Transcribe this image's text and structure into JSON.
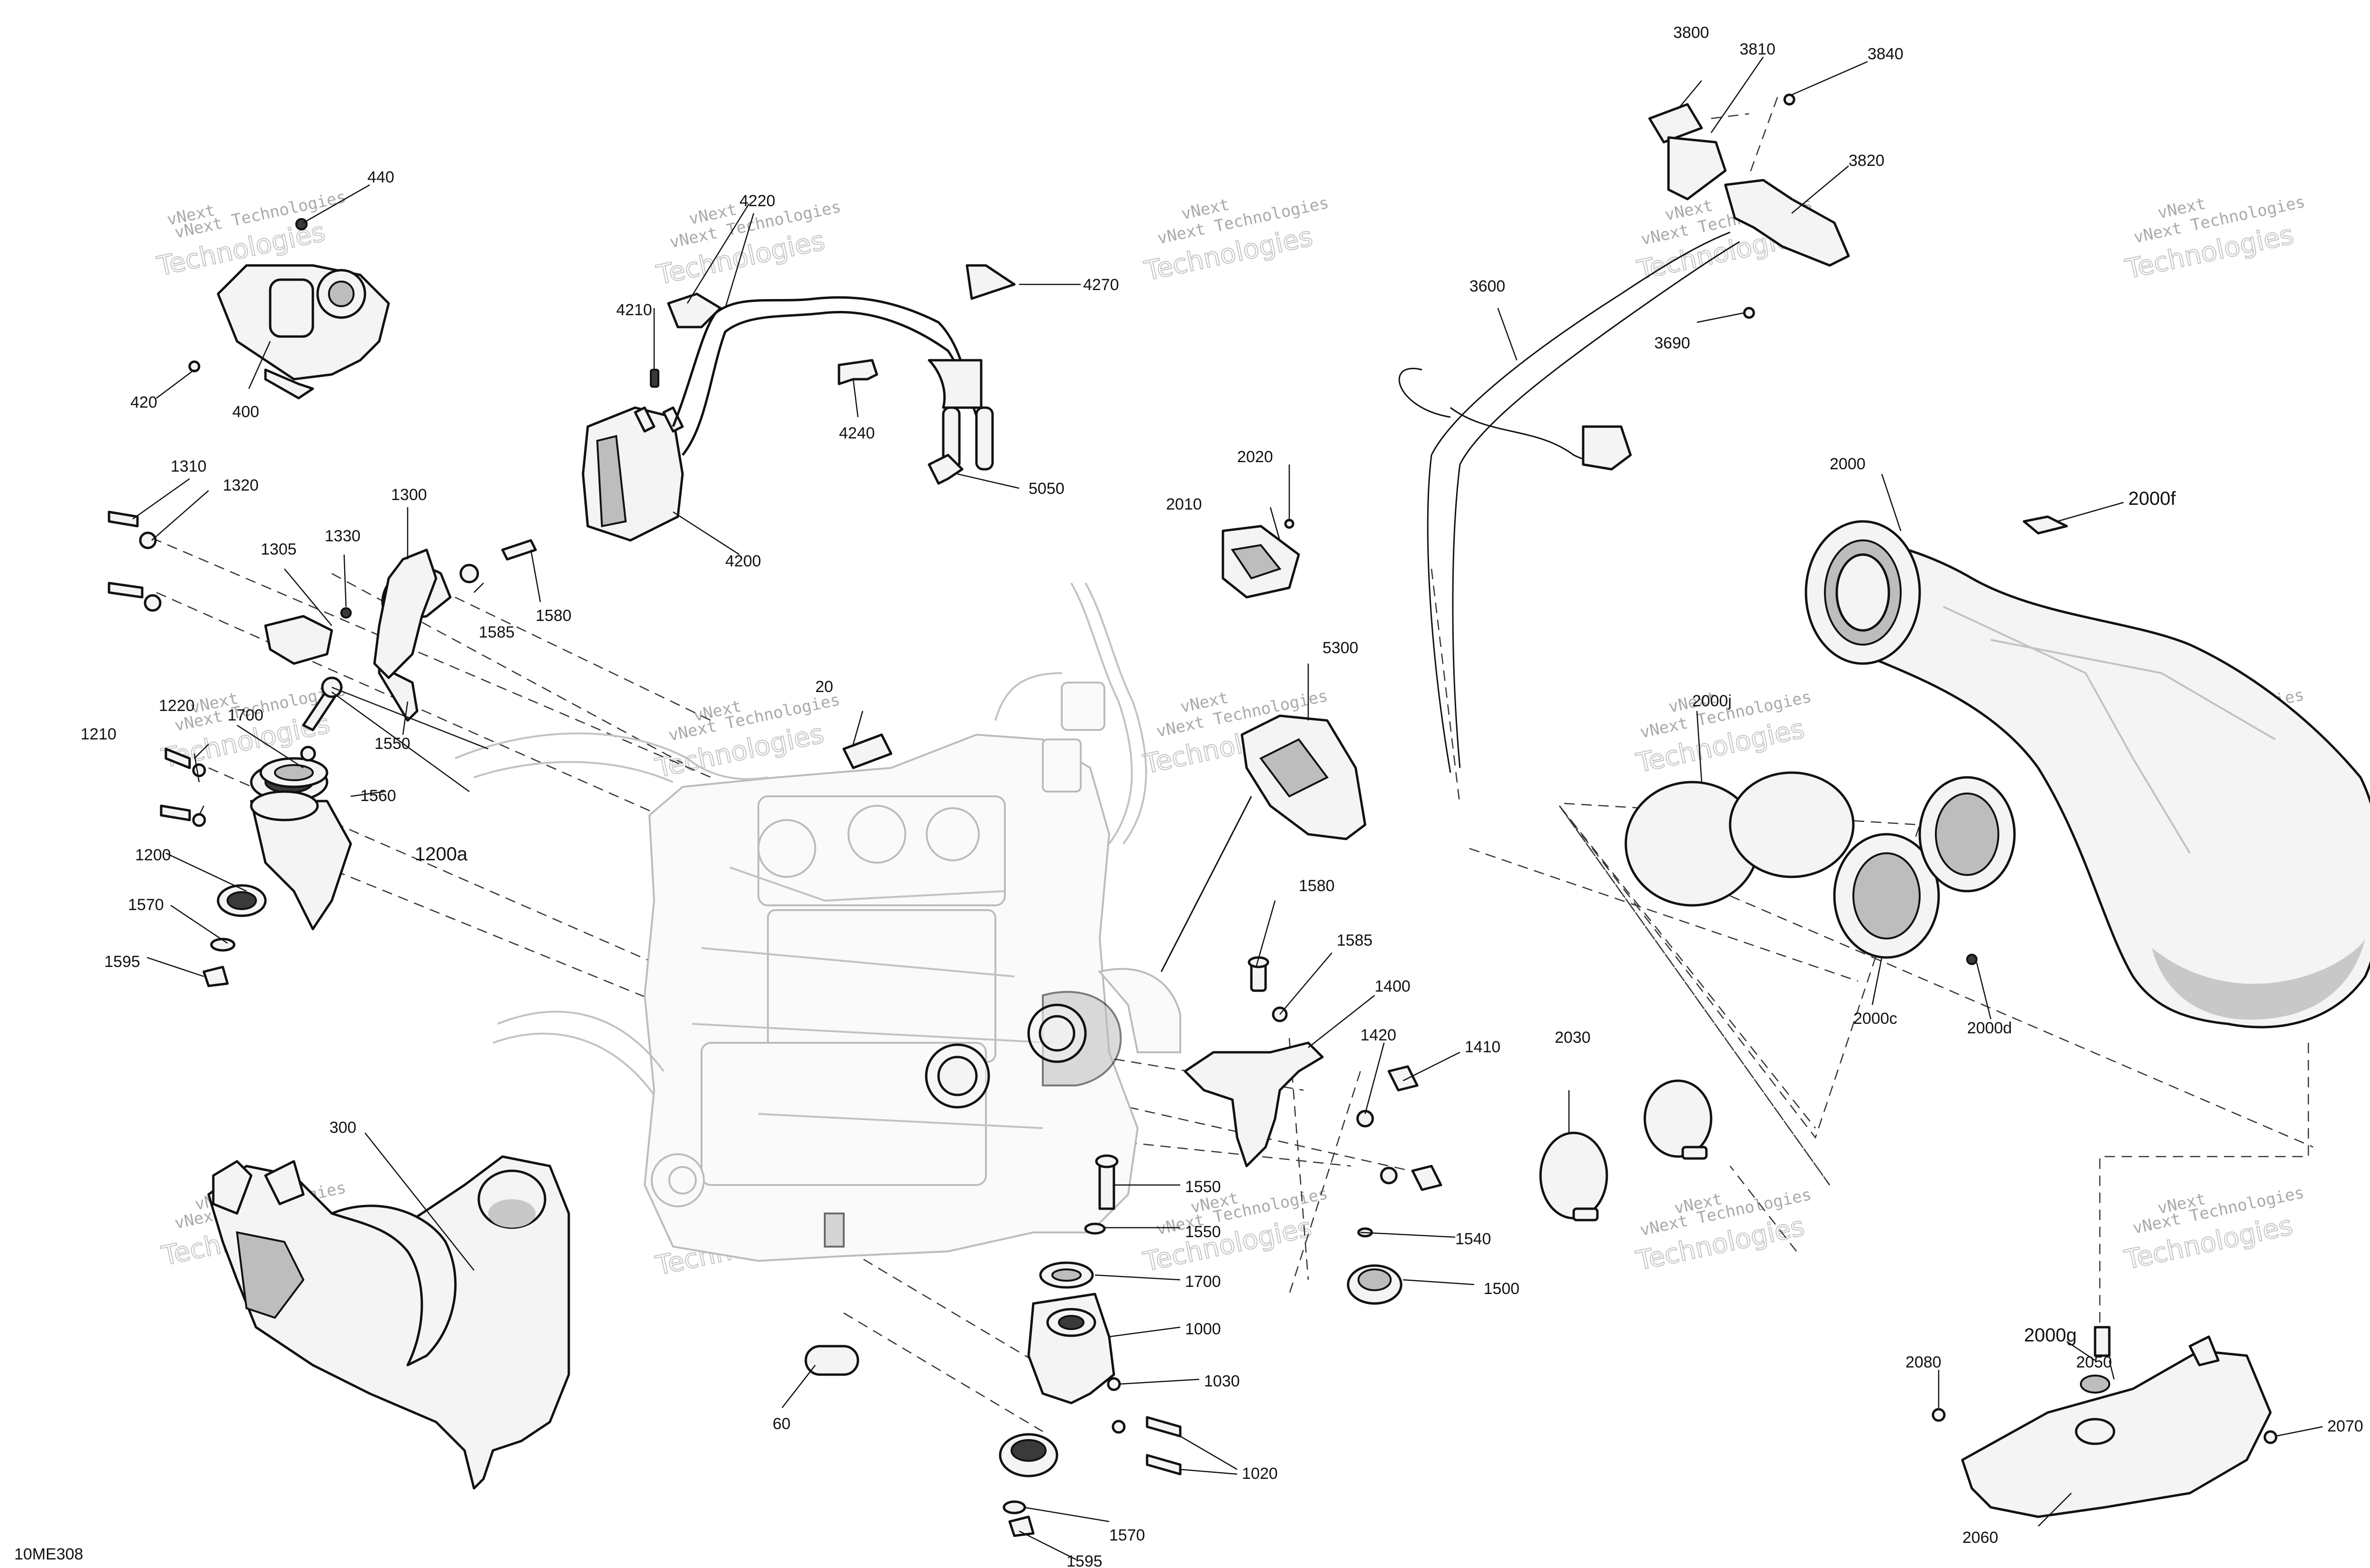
{
  "diagram": {
    "drawing_code": "10ME308",
    "watermark": {
      "line1": "vNext Technologies",
      "line2": "Technologies",
      "short": "vNext"
    },
    "callouts": {
      "c20": "20",
      "c60": "60",
      "c300": "300",
      "c400": "400",
      "c420": "420",
      "c440": "440",
      "c1000": "1000",
      "c1020": "1020",
      "c1030": "1030",
      "c1200": "1200",
      "c1200a": "1200a",
      "c1210": "1210",
      "c1220": "1220",
      "c1300": "1300",
      "c1305": "1305",
      "c1310": "1310",
      "c1320": "1320",
      "c1330": "1330",
      "c1400": "1400",
      "c1410": "1410",
      "c1420": "1420",
      "c1500": "1500",
      "c1540": "1540",
      "c1550a": "1550",
      "c1550b": "1550",
      "c1550c": "1550",
      "c1560": "1560",
      "c1570a": "1570",
      "c1570b": "1570",
      "c1580a": "1580",
      "c1580b": "1580",
      "c1585a": "1585",
      "c1585b": "1585",
      "c1595a": "1595",
      "c1595b": "1595",
      "c1700a": "1700",
      "c1700b": "1700",
      "c2000": "2000",
      "c2000c": "2000c",
      "c2000d": "2000d",
      "c2000f": "2000f",
      "c2000g": "2000g",
      "c2000j": "2000j",
      "c2010": "2010",
      "c2020": "2020",
      "c2030": "2030",
      "c2050": "2050",
      "c2060": "2060",
      "c2070": "2070",
      "c2080": "2080",
      "c3600": "3600",
      "c3690": "3690",
      "c3800": "3800",
      "c3810": "3810",
      "c3820": "3820",
      "c3840": "3840",
      "c4200": "4200",
      "c4210": "4210",
      "c4220": "4220",
      "c4240": "4240",
      "c4270": "4270",
      "c5050": "5050",
      "c5300": "5300"
    }
  }
}
